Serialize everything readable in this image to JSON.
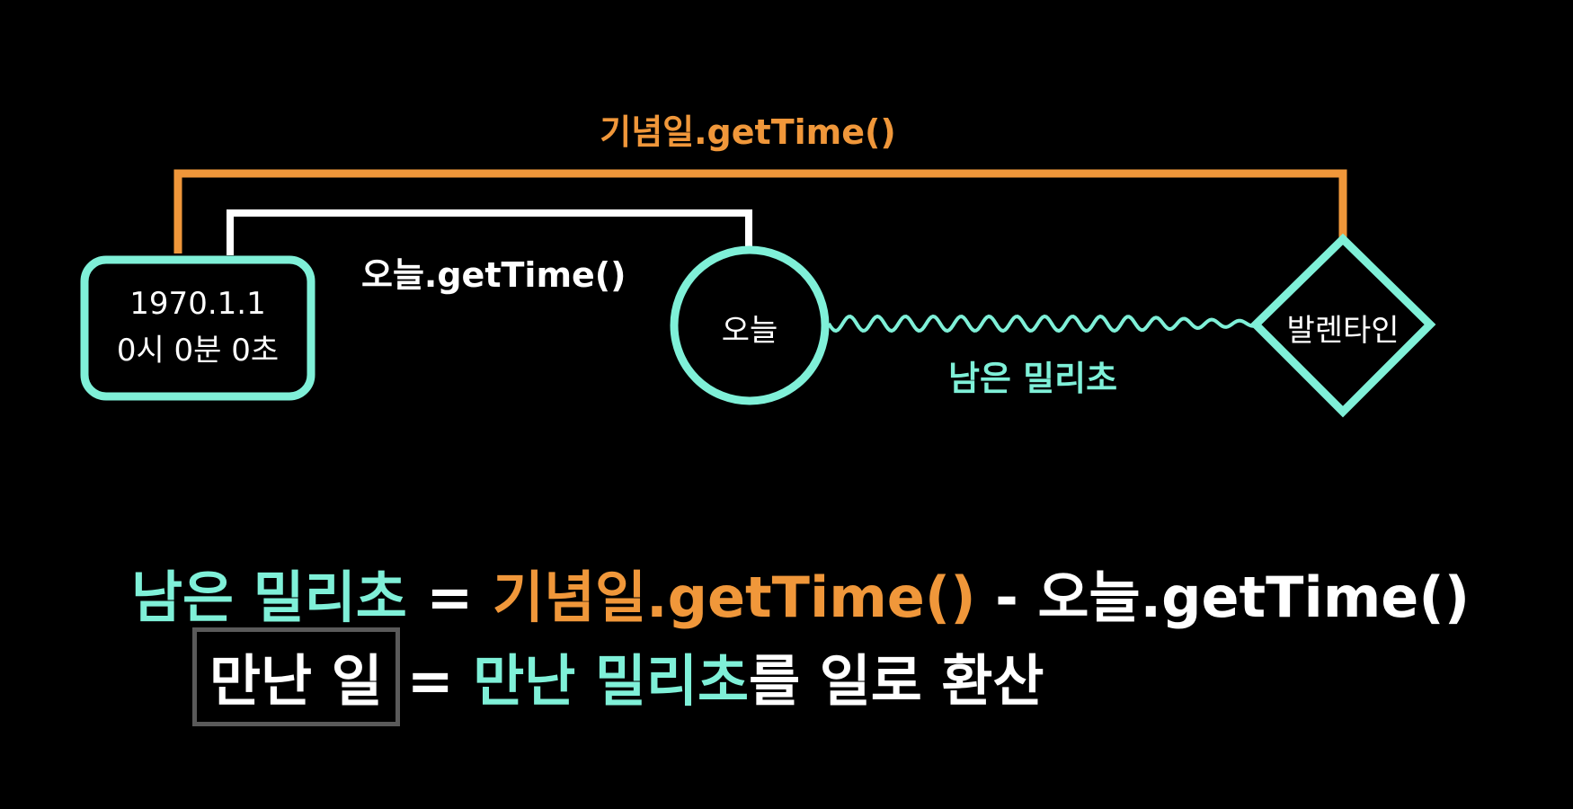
{
  "colors": {
    "background": "#000000",
    "mint": "#7ff0d8",
    "orange": "#f0973a",
    "white": "#ffffff",
    "box_gray": "#5a5a5a"
  },
  "diagram": {
    "anniversary_bracket_label": "기념일.getTime()",
    "today_bracket_label": "오늘.getTime()",
    "remaining_label": "남은 밀리초",
    "nodes": {
      "epoch": {
        "line1": "1970.1.1",
        "line2": "0시 0분 0초"
      },
      "today": {
        "label": "오늘"
      },
      "valentine": {
        "label": "발렌타인"
      }
    }
  },
  "formulas": {
    "line1": {
      "remaining": "남은 밀리초",
      "equals": " = ",
      "anniversary": "기념일.getTime()",
      "minus": " - ",
      "today": "오늘.getTime()"
    },
    "line2": {
      "met_days": "만난 일",
      "equals": "= ",
      "met_ms": "만난 밀리초",
      "rest": "를 일로 환산"
    }
  }
}
